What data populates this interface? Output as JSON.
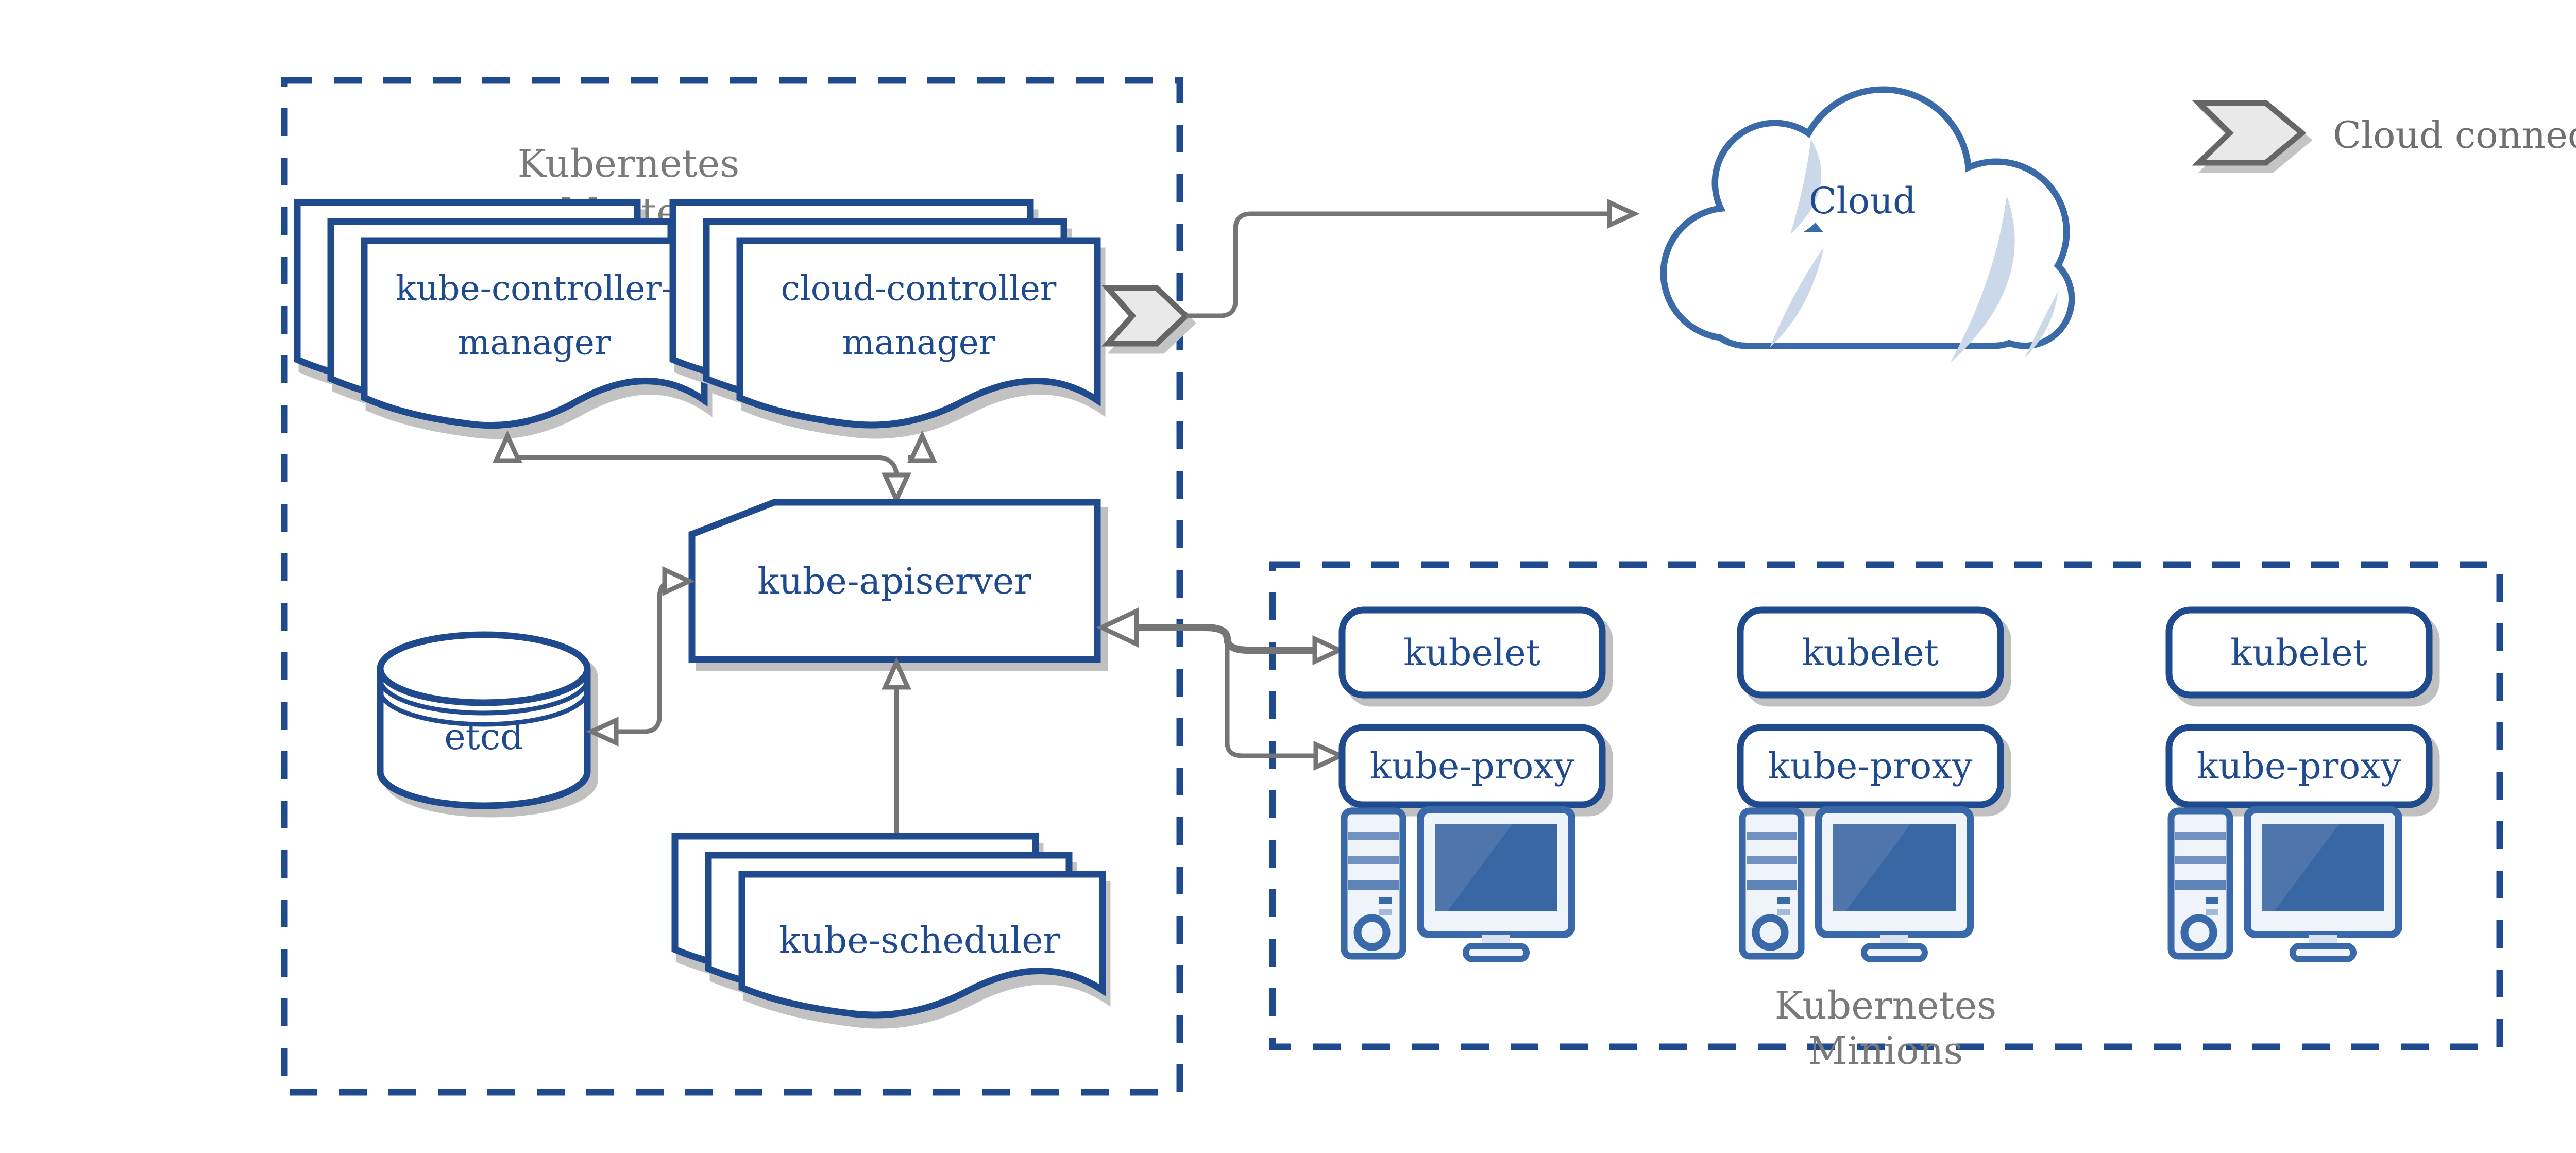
{
  "palette": {
    "navy": "#1F4B8E",
    "steel_blue": "#3A69A9",
    "screen_blue": "#3867A3",
    "screen_highlight": "#4E76AC",
    "light_fill": "#EFF3FA",
    "stripe_blue": "#7090C0",
    "crescent_blue": "#CBD8EA",
    "arrow_gray": "#757575",
    "title_gray": "#7A7A7A",
    "shadow_gray": "#C0C0C0",
    "chevron_fill": "#E9E9E9"
  },
  "master": {
    "title_line1": "Kubernetes",
    "title_line2": "Master"
  },
  "nodes": {
    "kube_controller_manager": {
      "line1": "kube-controller-",
      "line2": "manager"
    },
    "cloud_controller_manager": {
      "line1": "cloud-controller",
      "line2": "manager"
    },
    "kube_apiserver": {
      "label": "kube-apiserver"
    },
    "etcd": {
      "label": "etcd"
    },
    "kube_scheduler": {
      "label": "kube-scheduler"
    }
  },
  "cloud": {
    "label": "Cloud"
  },
  "legend": {
    "label": "Cloud connector"
  },
  "minions": {
    "title_line1": "Kubernetes",
    "title_line2": "Minions",
    "columns": [
      {
        "kubelet": "kubelet",
        "kube_proxy": "kube-proxy"
      },
      {
        "kubelet": "kubelet",
        "kube_proxy": "kube-proxy"
      },
      {
        "kubelet": "kubelet",
        "kube_proxy": "kube-proxy"
      }
    ]
  }
}
